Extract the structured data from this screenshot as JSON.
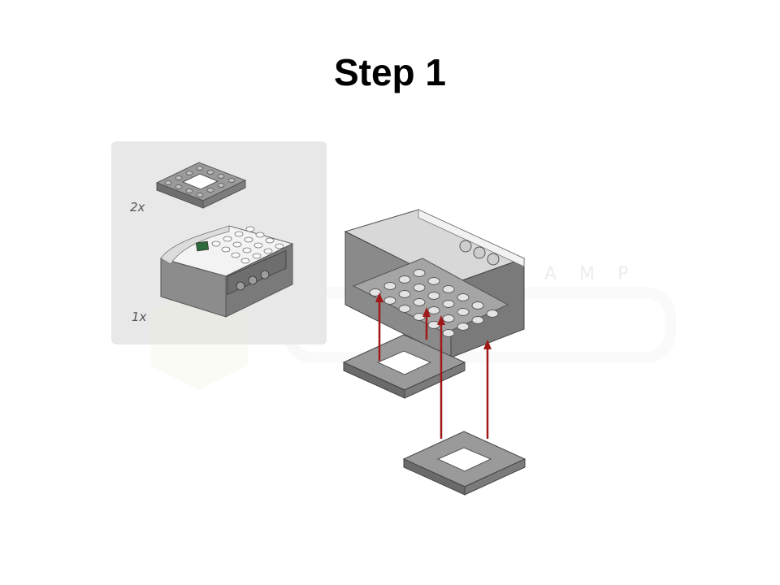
{
  "step": {
    "title": "Step 1"
  },
  "parts_list": {
    "items": [
      {
        "qty": "2x",
        "part": "frame-plate-4x4"
      },
      {
        "qty": "1x",
        "part": "smart-hub"
      }
    ]
  },
  "watermark": {
    "letters": "AMP"
  },
  "colors": {
    "background": "#ffffff",
    "parts_box": "#e8e8e8",
    "brick_grey": "#8a8a8a",
    "hub_white": "#f2f2f2",
    "arrow_red": "#a01818",
    "hub_button": "#2e6b3a"
  }
}
